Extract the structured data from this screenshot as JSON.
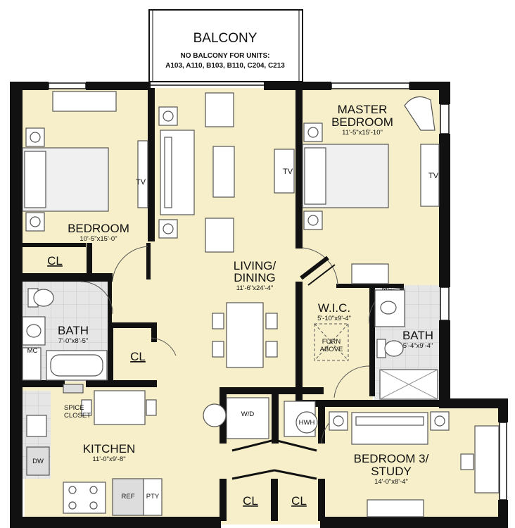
{
  "colors": {
    "floor": "#f6efc9",
    "tile": "#e4e4e4",
    "wall": "#111111",
    "fixture": "#ffffff",
    "appliance": "#dddddd",
    "furniture_outline": "#555555"
  },
  "balcony": {
    "title": "BALCONY",
    "note_line1": "NO BALCONY FOR UNITS:",
    "note_line2": "A103, A110, B103, B110, C204, C213"
  },
  "rooms": {
    "bedroom": {
      "name": "BEDROOM",
      "dims": "10'-5\"x15'-0\""
    },
    "master": {
      "name_line1": "MASTER",
      "name_line2": "BEDROOM",
      "dims": "11'-5\"x15'-10\""
    },
    "living": {
      "name_line1": "LIVING/",
      "name_line2": "DINING",
      "dims": "11'-6\"x24'-4\""
    },
    "wic": {
      "name": "W.I.C.",
      "dims": "5'-10\"x9'-4\"",
      "furn_line1": "FURN",
      "furn_line2": "ABOVE"
    },
    "bath1": {
      "name": "BATH",
      "dims": "7'-0\"x8'-5\""
    },
    "bath2": {
      "name": "BATH",
      "dims": "5'-4\"x9'-4\""
    },
    "kitchen": {
      "name": "KITCHEN",
      "dims": "11'-0\"x9'-8\"",
      "spice_line1": "SPICE",
      "spice_line2": "CLOSET"
    },
    "bedroom3": {
      "name": "BEDROOM 3/",
      "name_line2": "STUDY",
      "dims": "14'-0\"x8'-4\""
    }
  },
  "labels": {
    "cl": "CL",
    "tv": "TV",
    "mc": "MC",
    "wd": "W/D",
    "hwh": "HWH",
    "dw": "DW",
    "ref": "REF",
    "pty": "PTY"
  }
}
